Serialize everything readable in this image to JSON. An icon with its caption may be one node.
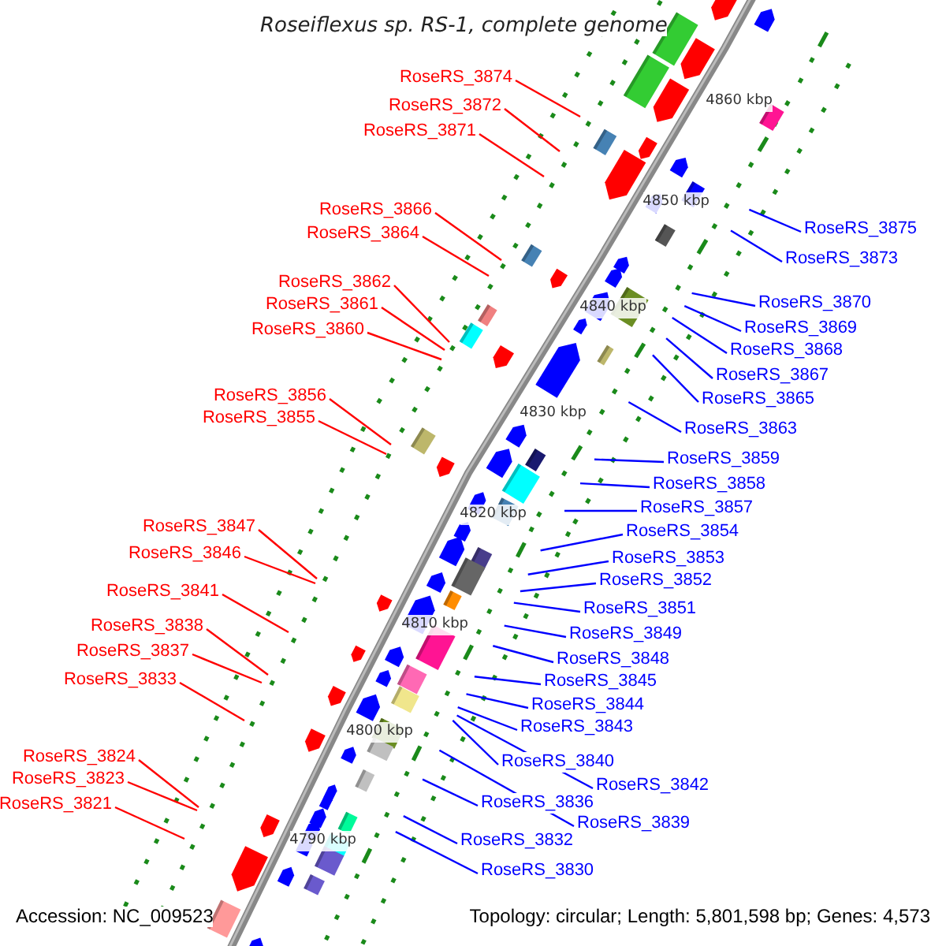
{
  "diagram": {
    "title": "Roseiflexus sp. RS-1, complete genome",
    "nodes": [
      {
        "text": [
          "RoseRS_3874"
        ]
      },
      {
        "text": [
          "RoseRS_3872"
        ]
      },
      {
        "text": [
          "RoseRS_3871"
        ]
      },
      {
        "text": [
          "RoseRS_3866"
        ]
      },
      {
        "text": [
          "RoseRS_3864"
        ]
      },
      {
        "text": [
          "RoseRS_3862"
        ]
      },
      {
        "text": [
          "RoseRS_3861"
        ]
      },
      {
        "text": [
          "RoseRS_3860"
        ]
      },
      {
        "text": [
          "RoseRS_3856"
        ]
      },
      {
        "text": [
          "RoseRS_3855"
        ]
      },
      {
        "text": [
          "RoseRS_3847"
        ]
      },
      {
        "text": [
          "RoseRS_3846"
        ]
      },
      {
        "text": [
          "RoseRS_3841"
        ]
      },
      {
        "text": [
          "RoseRS_3838"
        ]
      },
      {
        "text": [
          "RoseRS_3837"
        ]
      },
      {
        "text": [
          "RoseRS_3833"
        ]
      },
      {
        "text": [
          "RoseRS_3824"
        ]
      },
      {
        "text": [
          "RoseRS_3823"
        ]
      },
      {
        "text": [
          "RoseRS_3821"
        ]
      },
      {
        "text": [
          "RoseRS_3875"
        ]
      },
      {
        "text": [
          "RoseRS_3873"
        ]
      },
      {
        "text": [
          "RoseRS_3870"
        ]
      },
      {
        "text": [
          "RoseRS_3869"
        ]
      },
      {
        "text": [
          "RoseRS_3868"
        ]
      },
      {
        "text": [
          "RoseRS_3867"
        ]
      },
      {
        "text": [
          "RoseRS_3865"
        ]
      },
      {
        "text": [
          "RoseRS_3863"
        ]
      },
      {
        "text": [
          "RoseRS_3859"
        ]
      },
      {
        "text": [
          "RoseRS_3858"
        ]
      },
      {
        "text": [
          "RoseRS_3857"
        ]
      },
      {
        "text": [
          "RoseRS_3854"
        ]
      },
      {
        "text": [
          "RoseRS_3853"
        ]
      },
      {
        "text": [
          "RoseRS_3852"
        ]
      },
      {
        "text": [
          "RoseRS_3851"
        ]
      },
      {
        "text": [
          "RoseRS_3849"
        ]
      },
      {
        "text": [
          "RoseRS_3848"
        ]
      },
      {
        "text": [
          "RoseRS_3845"
        ]
      },
      {
        "text": [
          "RoseRS_3844"
        ]
      },
      {
        "text": [
          "RoseRS_3843"
        ]
      },
      {
        "text": [
          "RoseRS_3840"
        ]
      },
      {
        "text": [
          "RoseRS_3842"
        ]
      },
      {
        "text": [
          "RoseRS_3839"
        ]
      },
      {
        "text": [
          "RoseRS_3836"
        ]
      },
      {
        "text": [
          "RoseRS_3832"
        ]
      },
      {
        "text": [
          "RoseRS_3830"
        ]
      }
    ],
    "edges": [
      {
        "from": 0,
        "to": null,
        "arrow": "none",
        "color": "#ff0000"
      },
      {
        "from": 1,
        "to": null,
        "arrow": "none",
        "color": "#ff0000"
      },
      {
        "from": 2,
        "to": null,
        "arrow": "none",
        "color": "#ff0000"
      },
      {
        "from": 3,
        "to": null,
        "arrow": "none",
        "color": "#ff0000"
      },
      {
        "from": 4,
        "to": null,
        "arrow": "none",
        "color": "#ff0000"
      },
      {
        "from": 5,
        "to": null,
        "arrow": "none",
        "color": "#ff0000"
      },
      {
        "from": 6,
        "to": null,
        "arrow": "none",
        "color": "#ff0000"
      },
      {
        "from": 7,
        "to": null,
        "arrow": "none",
        "color": "#ff0000"
      },
      {
        "from": 8,
        "to": null,
        "arrow": "none",
        "color": "#ff0000"
      },
      {
        "from": 9,
        "to": null,
        "arrow": "none",
        "color": "#ff0000"
      },
      {
        "from": 10,
        "to": null,
        "arrow": "none",
        "color": "#ff0000"
      },
      {
        "from": 11,
        "to": null,
        "arrow": "none",
        "color": "#ff0000"
      },
      {
        "from": 12,
        "to": null,
        "arrow": "none",
        "color": "#ff0000"
      },
      {
        "from": 13,
        "to": null,
        "arrow": "none",
        "color": "#ff0000"
      },
      {
        "from": 14,
        "to": null,
        "arrow": "none",
        "color": "#ff0000"
      },
      {
        "from": 15,
        "to": null,
        "arrow": "none",
        "color": "#ff0000"
      },
      {
        "from": 16,
        "to": null,
        "arrow": "none",
        "color": "#ff0000"
      },
      {
        "from": 17,
        "to": null,
        "arrow": "none",
        "color": "#ff0000"
      },
      {
        "from": 18,
        "to": null,
        "arrow": "none",
        "color": "#ff0000"
      },
      {
        "from": 19,
        "to": null,
        "arrow": "none"
      },
      {
        "from": 20,
        "to": null,
        "arrow": "none"
      },
      {
        "from": 21,
        "to": null,
        "arrow": "none"
      },
      {
        "from": 22,
        "to": null,
        "arrow": "none"
      },
      {
        "from": 23,
        "to": null,
        "arrow": "none"
      },
      {
        "from": 24,
        "to": null,
        "arrow": "none"
      },
      {
        "from": 25,
        "to": null,
        "arrow": "none"
      },
      {
        "from": 26,
        "to": null,
        "arrow": "none"
      },
      {
        "from": 27,
        "to": null,
        "arrow": "none"
      },
      {
        "from": 28,
        "to": null,
        "arrow": "none"
      },
      {
        "from": 29,
        "to": null,
        "arrow": "none"
      },
      {
        "from": 30,
        "to": null,
        "arrow": "none"
      },
      {
        "from": 31,
        "to": null,
        "arrow": "none"
      },
      {
        "from": 32,
        "to": null,
        "arrow": "none"
      },
      {
        "from": 33,
        "to": null,
        "arrow": "none"
      },
      {
        "from": 34,
        "to": null,
        "arrow": "none"
      },
      {
        "from": 35,
        "to": null,
        "arrow": "none"
      },
      {
        "from": 36,
        "to": null,
        "arrow": "none"
      },
      {
        "from": 37,
        "to": null,
        "arrow": "none"
      },
      {
        "from": 38,
        "to": null,
        "arrow": "none"
      },
      {
        "from": 39,
        "to": null,
        "arrow": "none"
      },
      {
        "from": 40,
        "to": null,
        "arrow": "none"
      },
      {
        "from": 41,
        "to": null,
        "arrow": "none"
      },
      {
        "from": 42,
        "to": null,
        "arrow": "none"
      },
      {
        "from": 43,
        "to": null,
        "arrow": "none"
      },
      {
        "from": 44,
        "to": null,
        "arrow": "none"
      }
    ],
    "labels": [
      "4860 kbp",
      "4850 kbp",
      "4840 kbp",
      "4830 kbp",
      "4820 kbp",
      "4810 kbp",
      "4800 kbp",
      "4790 kbp",
      "Accession: NC_009523",
      "Topology: circular; Length: 5,801,598 bp; Genes: 4,573"
    ]
  }
}
